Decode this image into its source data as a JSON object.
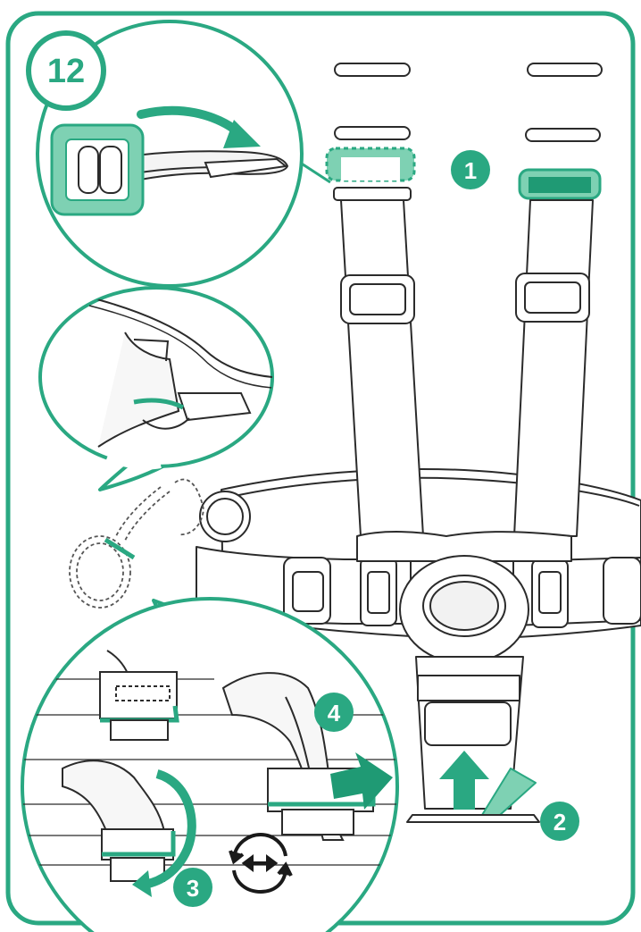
{
  "figure": {
    "step_number": "12",
    "markers": [
      "1",
      "2",
      "3",
      "4"
    ]
  },
  "colors": {
    "accent": "#2aa882",
    "accent_fill": "#7ed1b3",
    "accent_dark": "#1f9a74",
    "line": "#2b2b2b",
    "shade": "#efefef"
  },
  "icons": {
    "rotate": "rotate-arrows-icon",
    "arrow": "arrow-icon"
  }
}
